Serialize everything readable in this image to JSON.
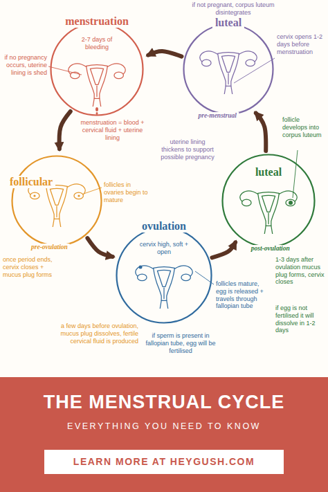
{
  "diagram": {
    "title": "THE MENSTRUAL CYCLE",
    "caption": "EVERYTHING YOU NEED TO KNOW",
    "nodes": [
      {
        "text": [
          "menstruation",
          "2-7 days of bleeding"
        ]
      },
      {
        "text": [
          "luteal",
          "pre-menstrual"
        ]
      },
      {
        "text": [
          "follicular",
          "pre-ovulation"
        ]
      },
      {
        "text": [
          "luteal",
          "post-ovulation"
        ]
      },
      {
        "text": [
          "ovulation",
          "cervix high, soft + open"
        ]
      }
    ],
    "edges": [
      {
        "from": 0,
        "to": 2,
        "arrow": "to"
      },
      {
        "from": 2,
        "to": 4,
        "arrow": "to"
      },
      {
        "from": 4,
        "to": 3,
        "arrow": "to"
      },
      {
        "from": 3,
        "to": 1,
        "arrow": "to"
      },
      {
        "from": 1,
        "to": 0,
        "arrow": "to"
      }
    ],
    "labels": [
      "if no pregnancy occurs, uterine lining is shed",
      "menstruation = blood + cervical fluid + uterine lining",
      "if not pregnant, corpus luteum disintegrates",
      "cervix opens 1-2 days before menstruation",
      "uterine lining thickens to support possible pregnancy",
      "follicle develops into corpus luteum",
      "follicles in ovaries begin to mature",
      "once period ends, cervix closes + mucus plug forms",
      "a few days before ovulation, mucus plug dissolves, fertile cervical fluid is produced",
      "if sperm is present in fallopian tube, egg will be fertilised",
      "follicles mature, egg is released + travels through fallopian tube",
      "1-3 days after ovulation mucus plug forms, cervix closes",
      "if egg is not fertilised it will dissolve in 1-2 days",
      "LEARN MORE AT HEYGUSH.COM"
    ]
  }
}
